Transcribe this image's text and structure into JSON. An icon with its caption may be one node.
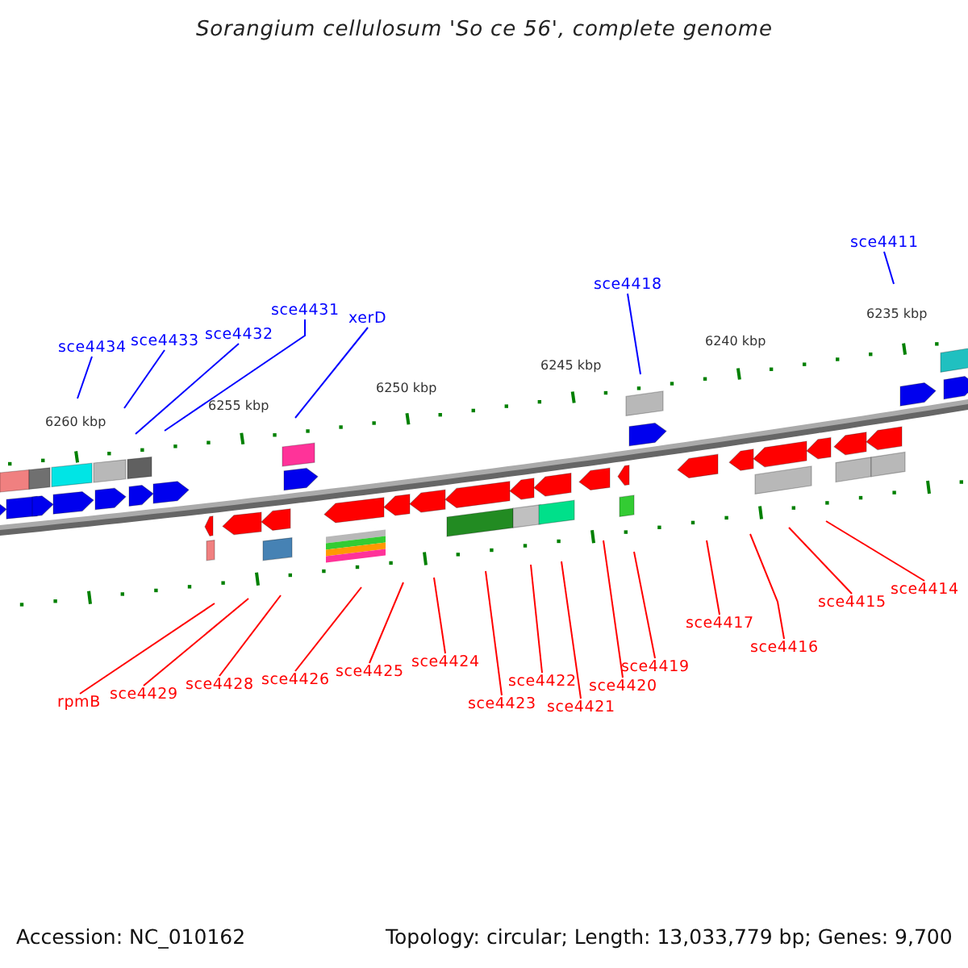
{
  "diagram": {
    "title": "Sorangium cellulosum 'So ce 56', complete genome",
    "nodes": [
      {
        "text": [
          "sce4434"
        ]
      },
      {
        "text": [
          "sce4433"
        ]
      },
      {
        "text": [
          "sce4432"
        ]
      },
      {
        "text": [
          "sce4431"
        ]
      },
      {
        "text": [
          "xerD"
        ]
      },
      {
        "text": [
          "sce4418"
        ]
      },
      {
        "text": [
          "sce4411"
        ]
      },
      {
        "text": [
          "rpmB"
        ]
      },
      {
        "text": [
          "sce4429"
        ]
      },
      {
        "text": [
          "sce4428"
        ]
      },
      {
        "text": [
          "sce4426"
        ]
      },
      {
        "text": [
          "sce4425"
        ]
      },
      {
        "text": [
          "sce4424"
        ]
      },
      {
        "text": [
          "sce4423"
        ]
      },
      {
        "text": [
          "sce4422"
        ]
      },
      {
        "text": [
          "sce4421"
        ]
      },
      {
        "text": [
          "sce4420"
        ]
      },
      {
        "text": [
          "sce4419"
        ]
      },
      {
        "text": [
          "sce4417"
        ]
      },
      {
        "text": [
          "sce4416"
        ]
      },
      {
        "text": [
          "sce4415"
        ]
      },
      {
        "text": [
          "sce4414"
        ]
      }
    ],
    "edges": [
      {
        "from": 0,
        "to": null,
        "arrow": "none",
        "color": "#0000ff"
      },
      {
        "from": 1,
        "to": null,
        "arrow": "none",
        "color": "#0000ff"
      },
      {
        "from": 2,
        "to": null,
        "arrow": "none",
        "color": "#0000ff"
      },
      {
        "from": 3,
        "to": null,
        "arrow": "none",
        "color": "#0000ff"
      },
      {
        "from": 4,
        "to": null,
        "arrow": "none",
        "color": "#0000ff"
      },
      {
        "from": 5,
        "to": null,
        "arrow": "none",
        "color": "#0000ff"
      },
      {
        "from": 6,
        "to": null,
        "arrow": "none",
        "color": "#0000ff"
      },
      {
        "from": 7,
        "to": null,
        "arrow": "none"
      },
      {
        "from": 8,
        "to": null,
        "arrow": "none"
      },
      {
        "from": 9,
        "to": null,
        "arrow": "none"
      },
      {
        "from": 10,
        "to": null,
        "arrow": "none"
      },
      {
        "from": 11,
        "to": null,
        "arrow": "none"
      },
      {
        "from": 12,
        "to": null,
        "arrow": "none"
      },
      {
        "from": 13,
        "to": null,
        "arrow": "none"
      },
      {
        "from": 14,
        "to": null,
        "arrow": "none"
      },
      {
        "from": 15,
        "to": null,
        "arrow": "none"
      },
      {
        "from": 16,
        "to": null,
        "arrow": "none"
      },
      {
        "from": 17,
        "to": null,
        "arrow": "none"
      },
      {
        "from": 18,
        "to": null,
        "arrow": "none"
      },
      {
        "from": 19,
        "to": null,
        "arrow": "none"
      },
      {
        "from": 20,
        "to": null,
        "arrow": "none"
      },
      {
        "from": 21,
        "to": null,
        "arrow": "none"
      }
    ],
    "labels": [
      "6260 kbp",
      "6255 kbp",
      "6250 kbp",
      "6245 kbp",
      "6240 kbp",
      "6235 kbp",
      "Accession: NC_010162",
      "Topology: circular; Length: 13,033,779 bp; Genes: 9,700"
    ]
  }
}
